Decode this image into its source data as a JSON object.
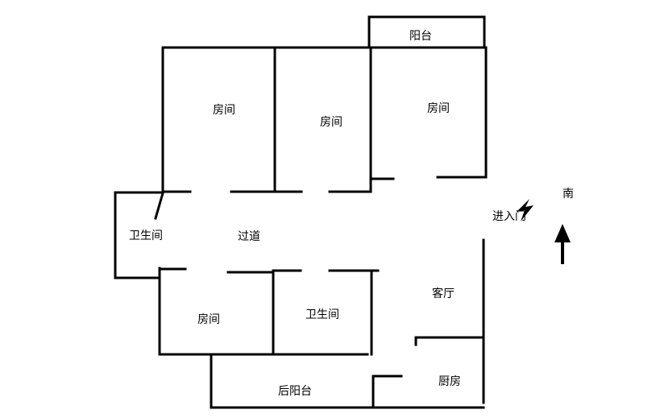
{
  "floor_plan": {
    "rooms": {
      "bedroom_1": "房间",
      "bedroom_2": "房间",
      "bedroom_3": "房间",
      "bedroom_4": "房间",
      "balcony": "阳台",
      "bathroom_1": "卫生间",
      "bathroom_2": "卫生间",
      "corridor": "过道",
      "living_room": "客厅",
      "kitchen": "厨房",
      "rear_balcony": "后阳台"
    },
    "entrance": "进入门",
    "compass": {
      "label": "南",
      "icon": "arrow-up-icon"
    },
    "colors": {
      "ink": "#000000",
      "background": "#ffffff"
    }
  }
}
